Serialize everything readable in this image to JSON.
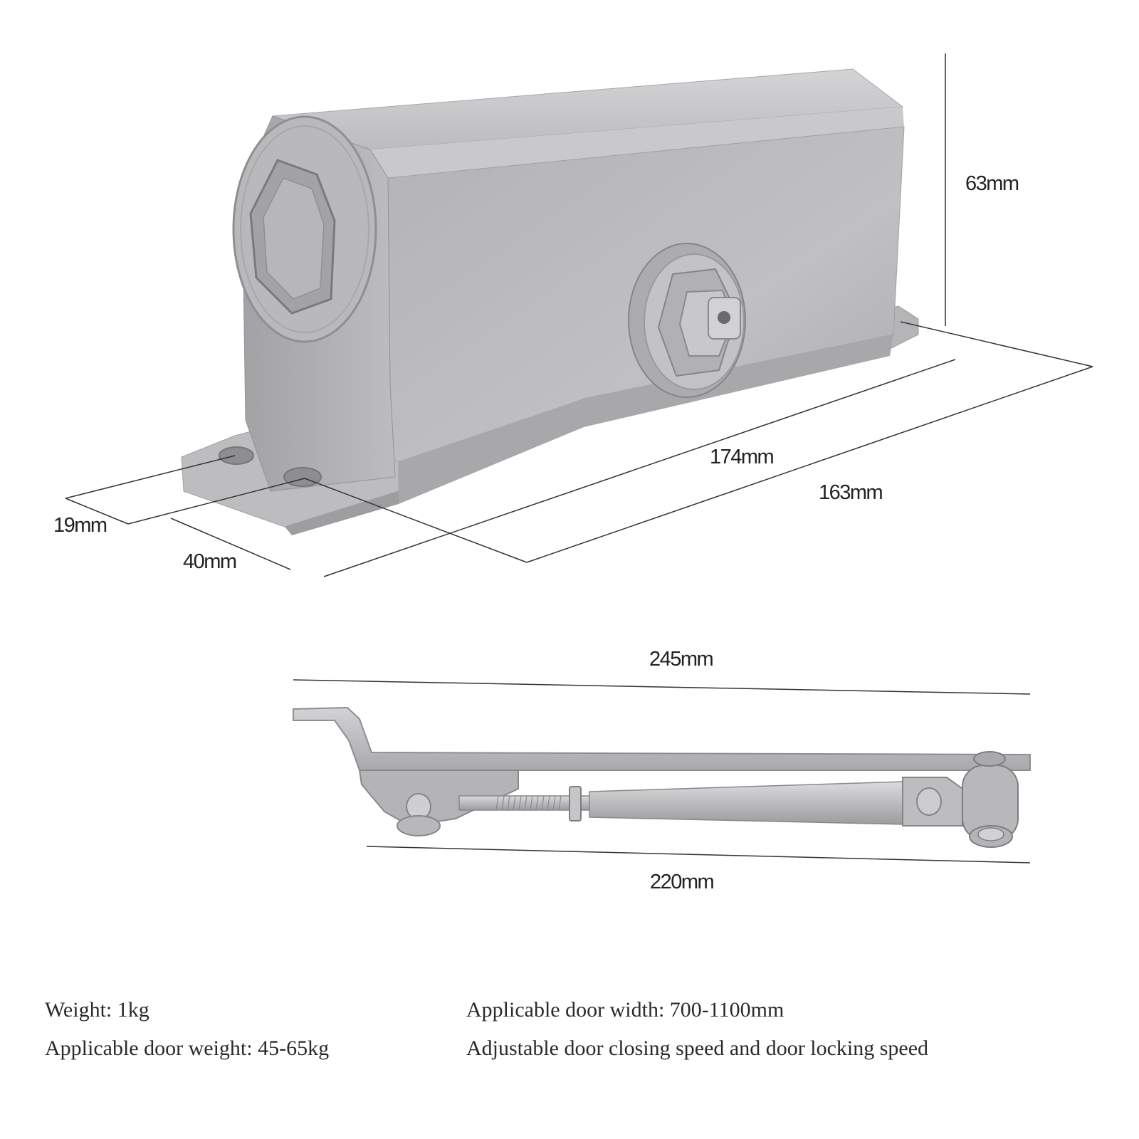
{
  "dimensions": {
    "body_height": "63mm",
    "body_length_top": "174mm",
    "body_length_bottom": "163mm",
    "base_hole_spacing": "19mm",
    "base_width": "40mm",
    "arm_total_length": "245mm",
    "arm_rod_length": "220mm"
  },
  "specs": {
    "weight": "Weight: 1kg",
    "door_weight": "Applicable door weight: 45-65kg",
    "door_width": "Applicable door width: 700-1100mm",
    "speed": "Adjustable door closing speed and door locking speed"
  },
  "colors": {
    "metal": "#b9b9bc",
    "background": "#ffffff"
  }
}
